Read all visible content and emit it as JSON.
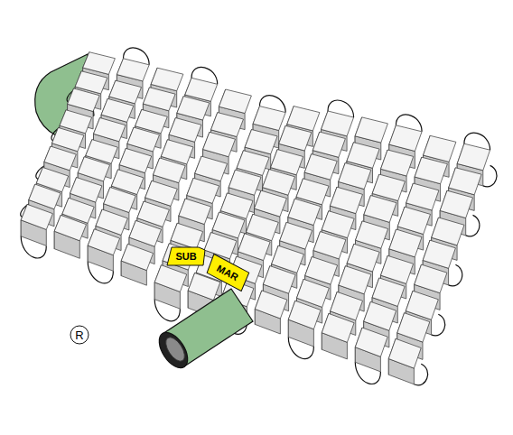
{
  "diagram": {
    "nodes": [
      {
        "text": [
          "SUB"
        ]
      },
      {
        "text": [
          "MAR"
        ]
      },
      {
        "text": [
          "R"
        ]
      }
    ]
  }
}
